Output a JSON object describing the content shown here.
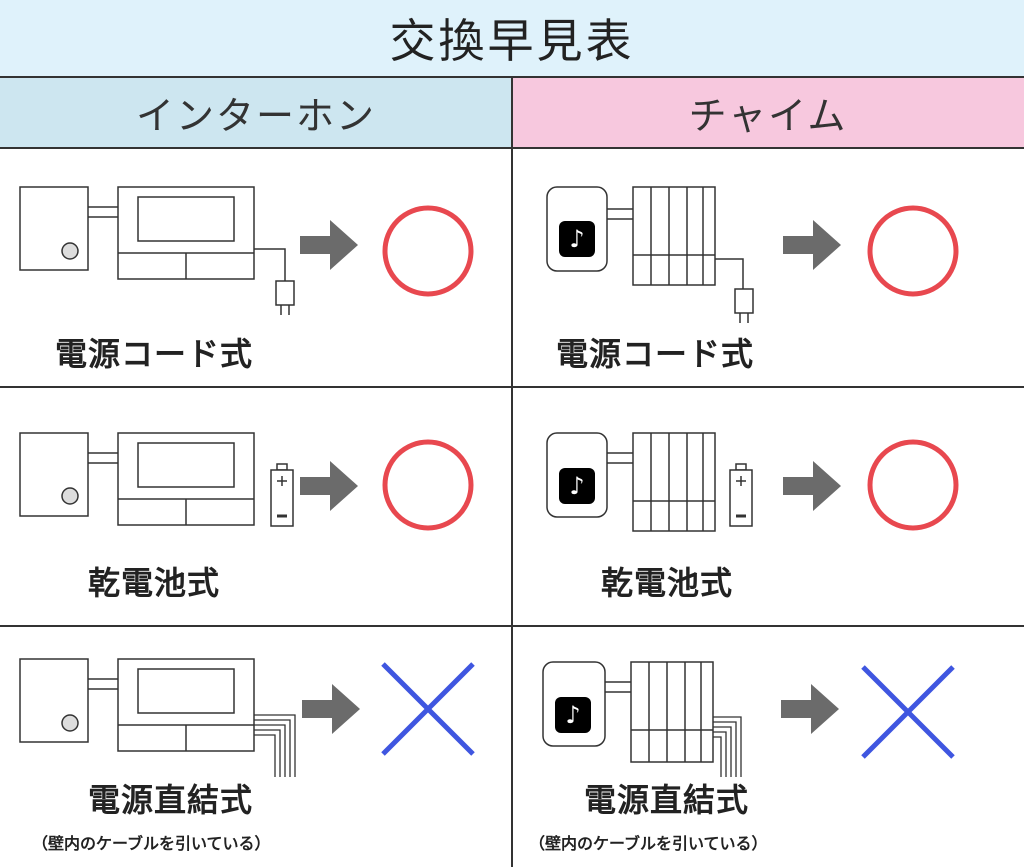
{
  "title": "交換早見表",
  "columns": {
    "intercom": "インターホン",
    "chime": "チャイム"
  },
  "rows": [
    {
      "type_label": "電源コード式",
      "intercom_result": "○",
      "chime_result": "○"
    },
    {
      "type_label": "乾電池式",
      "intercom_result": "○",
      "chime_result": "○"
    },
    {
      "type_label": "電源直結式",
      "note": "（壁内のケーブルを引いている）",
      "intercom_result": "×",
      "chime_result": "×"
    }
  ],
  "icons": {
    "plug": "power-plug-icon",
    "battery": "battery-icon",
    "wires": "wall-cable-icon",
    "arrow": "right-arrow-icon",
    "ok": "circle-ok-icon",
    "ng": "cross-ng-icon",
    "note": "music-note-icon"
  },
  "colors": {
    "header_bg": "#dff2fb",
    "intercom_bg": "#cde6f0",
    "chime_bg": "#f7c8de",
    "ok": "#e8484f",
    "ng": "#3f56e0",
    "arrow": "#6b6b6b"
  }
}
